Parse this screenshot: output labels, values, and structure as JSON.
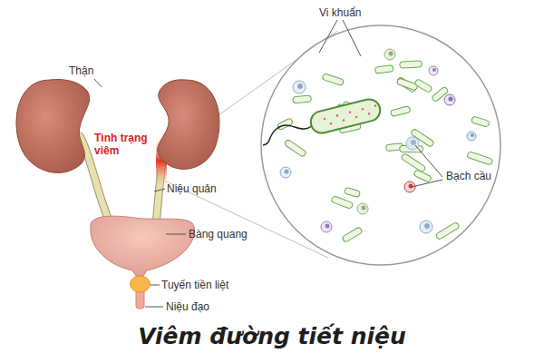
{
  "diagram": {
    "caption": "Viêm đường tiết niệu",
    "labels": [
      "Vi khuẩn",
      "Thận",
      "Tình trạng viêm",
      "Niệu quản",
      "Bạch cầu",
      "Bàng quang",
      "Tuyến tiền liệt",
      "Niệu đạo"
    ]
  }
}
